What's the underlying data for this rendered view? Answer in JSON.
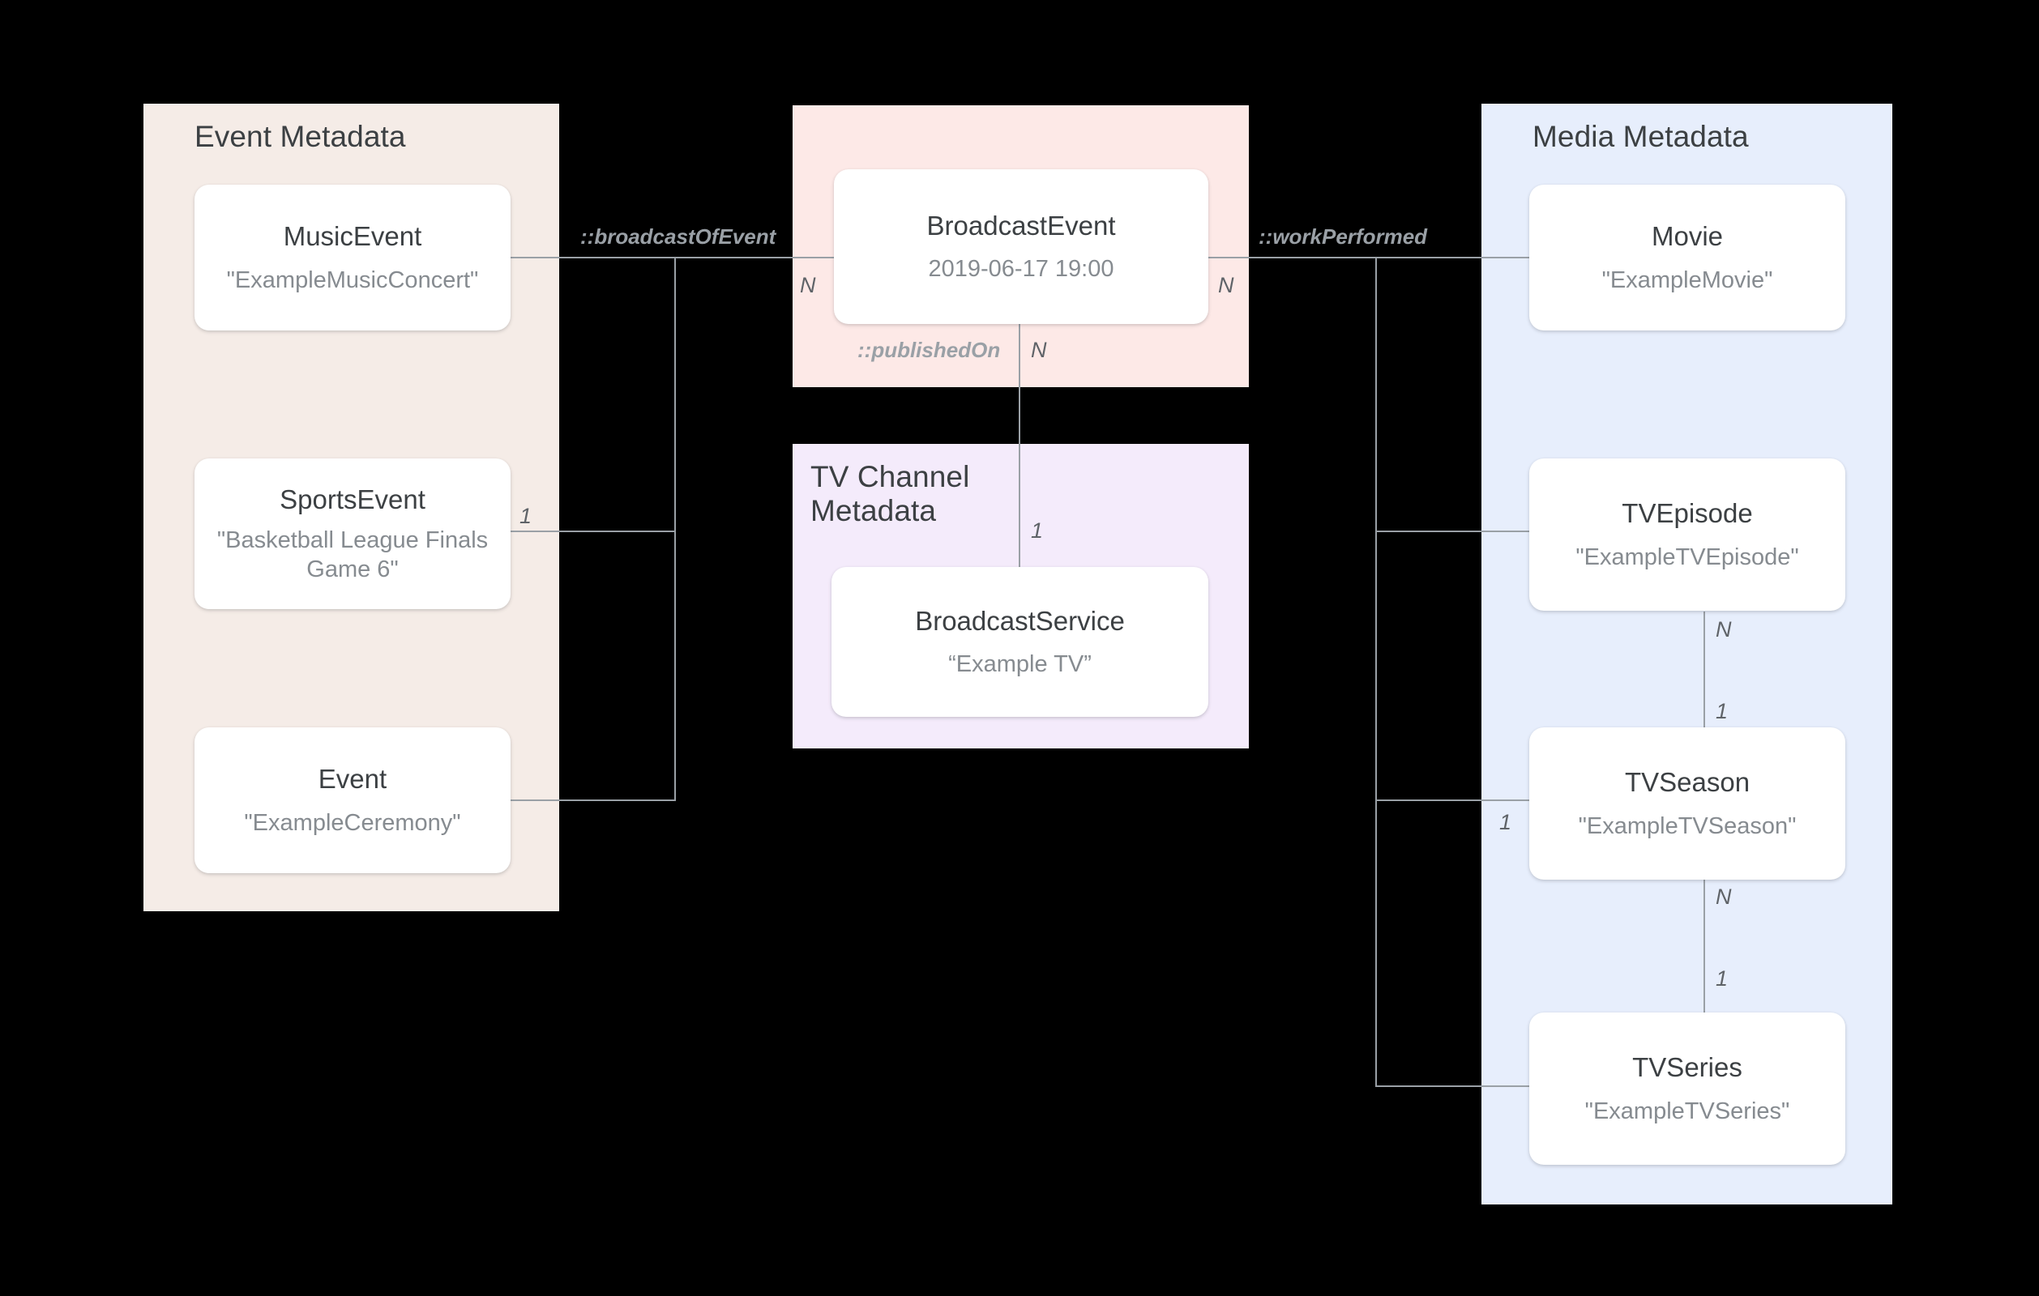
{
  "diagram": {
    "title": "Broadcast / Media metadata entity relationship diagram",
    "colors": {
      "background": "#000000",
      "event_panel": "#f5ece7",
      "broadcast_panel": "#fde9e7",
      "tv_channel_panel": "#f4ebfb",
      "media_panel": "#e7eefc",
      "card_background": "#ffffff",
      "card_title_text": "#3c4043",
      "card_value_text": "#868b90",
      "edge_line": "#9aa0a6",
      "relation_label": "#9aa0a6",
      "cardinality_label": "#5f6368"
    }
  },
  "panels": {
    "event_metadata": {
      "title": "Event Metadata",
      "cards": [
        {
          "type": "MusicEvent",
          "value": "\"ExampleMusicConcert\""
        },
        {
          "type": "SportsEvent",
          "value": "\"Basketball League Finals Game 6\""
        },
        {
          "type": "Event",
          "value": "\"ExampleCeremony\""
        }
      ]
    },
    "broadcast_event": {
      "title": "",
      "cards": [
        {
          "type": "BroadcastEvent",
          "value": "2019-06-17 19:00"
        }
      ]
    },
    "tv_channel_metadata": {
      "title": "TV Channel\nMetadata",
      "cards": [
        {
          "type": "BroadcastService",
          "value": "“Example TV”"
        }
      ]
    },
    "media_metadata": {
      "title": "Media Metadata",
      "cards": [
        {
          "type": "Movie",
          "value": "\"ExampleMovie\""
        },
        {
          "type": "TVEpisode",
          "value": "\"ExampleTVEpisode\""
        },
        {
          "type": "TVSeason",
          "value": "\"ExampleTVSeason\""
        },
        {
          "type": "TVSeries",
          "value": "\"ExampleTVSeries\""
        }
      ]
    }
  },
  "relations": [
    {
      "name": "::broadcastOfEvent",
      "from": "BroadcastEvent",
      "to": [
        "MusicEvent",
        "SportsEvent",
        "Event"
      ],
      "from_cardinality": "N",
      "to_cardinality": "1"
    },
    {
      "name": "::workPerformed",
      "from": "BroadcastEvent",
      "to": [
        "Movie",
        "TVEpisode",
        "TVSeason",
        "TVSeries"
      ],
      "from_cardinality": "N",
      "to_cardinality": "1"
    },
    {
      "name": "::publishedOn",
      "from": "BroadcastEvent",
      "to": [
        "BroadcastService"
      ],
      "from_cardinality": "N",
      "to_cardinality": "1"
    },
    {
      "name": "",
      "from": "TVEpisode",
      "to": [
        "TVSeason"
      ],
      "from_cardinality": "N",
      "to_cardinality": "1"
    },
    {
      "name": "",
      "from": "TVSeason",
      "to": [
        "TVSeries"
      ],
      "from_cardinality": "N",
      "to_cardinality": "1"
    }
  ],
  "labels": {
    "broadcast_of_event": "::broadcastOfEvent",
    "work_performed": "::workPerformed",
    "published_on": "::publishedOn",
    "n_left_broadcast": "N",
    "n_right_broadcast": "N",
    "n_below_broadcast": "N",
    "one_sports_event": "1",
    "one_broadcast_service": "1",
    "n_tvepisode_down": "N",
    "one_tvseason_up": "1",
    "one_tvseason_left": "1",
    "n_tvseason_down": "N",
    "one_tvseries_up": "1"
  }
}
